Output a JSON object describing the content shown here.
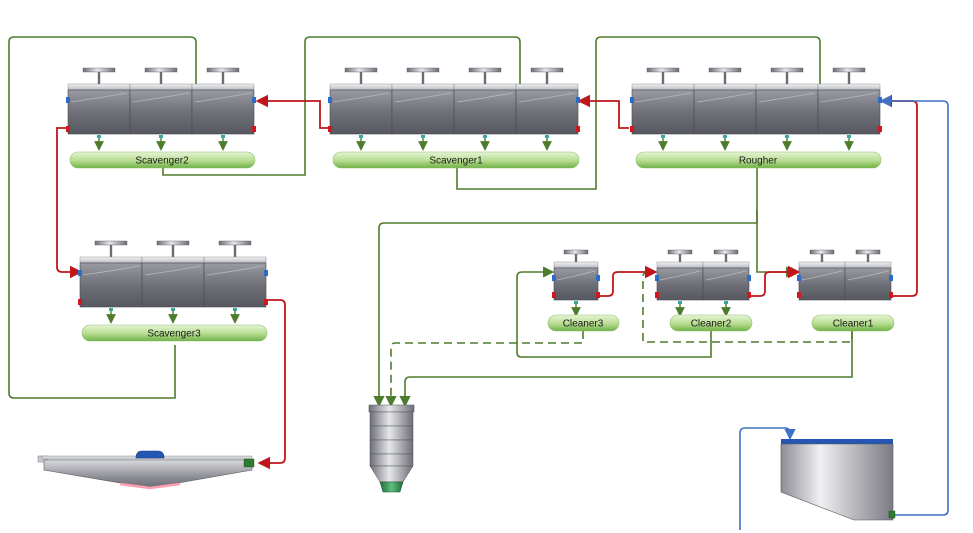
{
  "banks": [
    {
      "id": "scavenger2",
      "label": "Scavenger2",
      "cells": 3
    },
    {
      "id": "scavenger1",
      "label": "Scavenger1",
      "cells": 4
    },
    {
      "id": "rougher",
      "label": "Rougher",
      "cells": 4
    },
    {
      "id": "scavenger3",
      "label": "Scavenger3",
      "cells": 3
    },
    {
      "id": "cleaner3",
      "label": "Cleaner3",
      "cells": 1
    },
    {
      "id": "cleaner2",
      "label": "Cleaner2",
      "cells": 2
    },
    {
      "id": "cleaner1",
      "label": "Cleaner1",
      "cells": 2
    }
  ],
  "equipment": [
    "thickener-hopper",
    "filter-table",
    "conditioning-tank"
  ],
  "colors": {
    "concentrate_line": "#4e7c2c",
    "tailings_line": "#c0161b",
    "feed_line": "#3f72c4",
    "label_fill_light": "#dcefc5",
    "label_fill_dark": "#7fc154",
    "cell_body": "#7f8088",
    "port_blue": "#2a6cc8",
    "port_red": "#d01820"
  }
}
